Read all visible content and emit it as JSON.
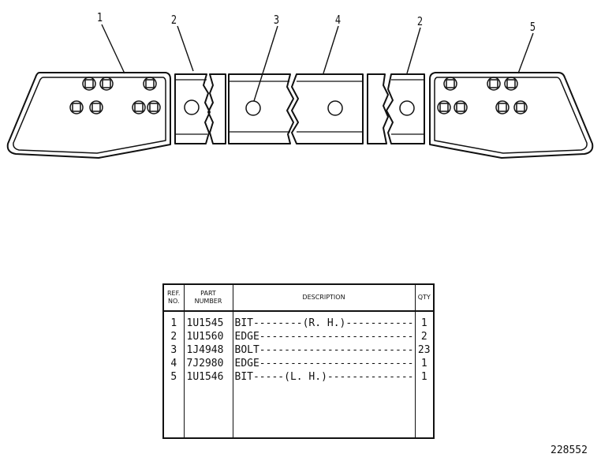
{
  "callouts": [
    "1",
    "2",
    "3",
    "4",
    "2",
    "5"
  ],
  "table": {
    "headers": {
      "ref_line1": "REF.",
      "ref_line2": "NO.",
      "part_line1": "PART",
      "part_line2": "NUMBER",
      "description": "DESCRIPTION",
      "qty": "QTY"
    },
    "rows": [
      {
        "ref": "1",
        "part": "1U1545",
        "description": "BIT--------(R. H.)----------------",
        "qty": "1"
      },
      {
        "ref": "2",
        "part": "1U1560",
        "description": "EDGE------------------------------",
        "qty": "2"
      },
      {
        "ref": "3",
        "part": "1J4948",
        "description": "BOLT------------------------------",
        "qty": "23"
      },
      {
        "ref": "4",
        "part": "7J2980",
        "description": "EDGE------------------------------",
        "qty": "1"
      },
      {
        "ref": "5",
        "part": "1U1546",
        "description": "BIT-----(L. H.)------------------",
        "qty": "1"
      }
    ]
  },
  "drawing_number": "228552"
}
